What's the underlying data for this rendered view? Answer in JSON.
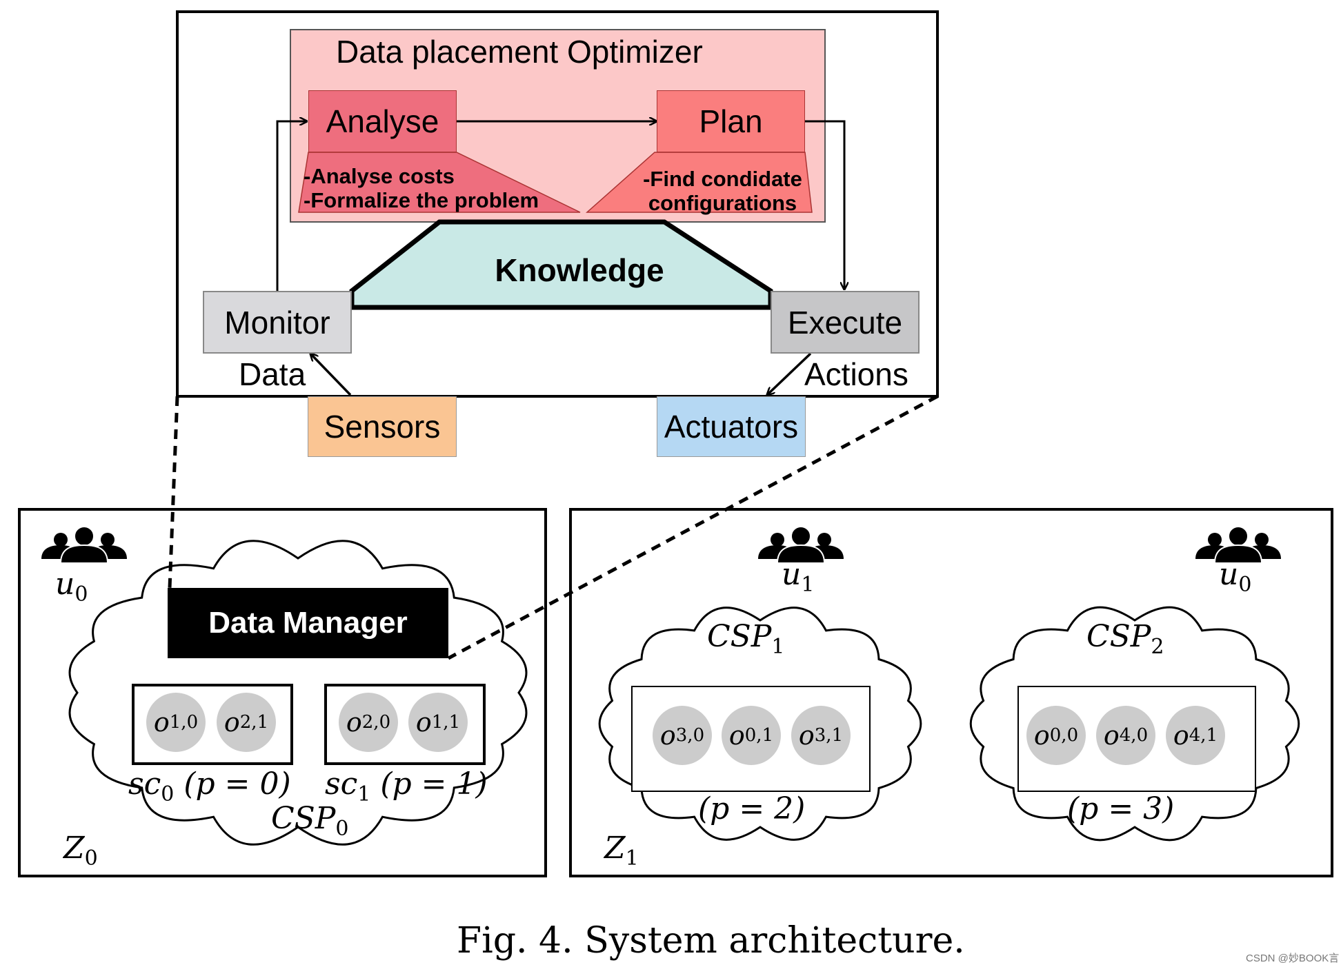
{
  "optimizer": {
    "title": "Data placement Optimizer",
    "analyse": {
      "label": "Analyse",
      "bullets": [
        "-Analyse costs",
        "-Formalize the problem"
      ]
    },
    "plan": {
      "label": "Plan",
      "bullets": [
        "-Find condidate",
        "configurations"
      ]
    }
  },
  "knowledge": "Knowledge",
  "monitor": "Monitor",
  "execute": "Execute",
  "sensors": "Sensors",
  "actuators": "Actuators",
  "flow_labels": {
    "data": "Data",
    "actions": "Actions"
  },
  "data_manager": "Data Manager",
  "zones": {
    "z0": {
      "zone_label": {
        "base": "Z",
        "sub": "0"
      },
      "user": {
        "base": "u",
        "sub": "0"
      },
      "cloud_label": {
        "base": "CSP",
        "sub": "0"
      },
      "sub_clouds": [
        {
          "label_base": "sc",
          "label_sub": "0",
          "label_rest": " (p = 0)",
          "objects": [
            {
              "base": "o",
              "sub": "1,0"
            },
            {
              "base": "o",
              "sub": "2,1"
            }
          ]
        },
        {
          "label_base": "sc",
          "label_sub": "1",
          "label_rest": " (p = 1)",
          "objects": [
            {
              "base": "o",
              "sub": "2,0"
            },
            {
              "base": "o",
              "sub": "1,1"
            }
          ]
        }
      ]
    },
    "z1": {
      "zone_label": {
        "base": "Z",
        "sub": "1"
      },
      "clouds": [
        {
          "user": {
            "base": "u",
            "sub": "1"
          },
          "label": {
            "base": "CSP",
            "sub": "1"
          },
          "partition": "(p = 2)",
          "objects": [
            {
              "base": "o",
              "sub": "3,0"
            },
            {
              "base": "o",
              "sub": "0,1"
            },
            {
              "base": "o",
              "sub": "3,1"
            }
          ]
        },
        {
          "user": {
            "base": "u",
            "sub": "0"
          },
          "label": {
            "base": "CSP",
            "sub": "2"
          },
          "partition": "(p = 3)",
          "objects": [
            {
              "base": "o",
              "sub": "0,0"
            },
            {
              "base": "o",
              "sub": "4,0"
            },
            {
              "base": "o",
              "sub": "4,1"
            }
          ]
        }
      ]
    }
  },
  "caption": "Fig. 4.  System architecture.",
  "watermark": "CSDN @妙BOOK言",
  "colors": {
    "optimizer_bg": "#fcc8c8",
    "analyse": "#ee6e7e",
    "plan": "#fa7e7e",
    "knowledge": "#c9e9e6",
    "gray_box": "#d9d9dc",
    "execute_box": "#c6c6c8",
    "sensors": "#fac593",
    "actuators": "#b5d8f3",
    "object": "#cccccc"
  },
  "icons": [
    "users-icon"
  ]
}
